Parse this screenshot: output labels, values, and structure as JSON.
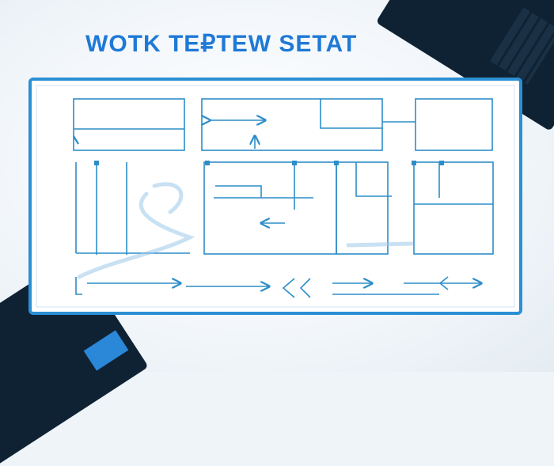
{
  "title": "WOTK TE₽TEW SETAT",
  "colors": {
    "accent": "#1f79d6",
    "frame": "#2b8fd4",
    "line": "#2d8dc8",
    "laptop": "#0f2233"
  },
  "icons": [
    "laptop-corner",
    "arrow-right",
    "double-arrow",
    "chevron-left"
  ]
}
